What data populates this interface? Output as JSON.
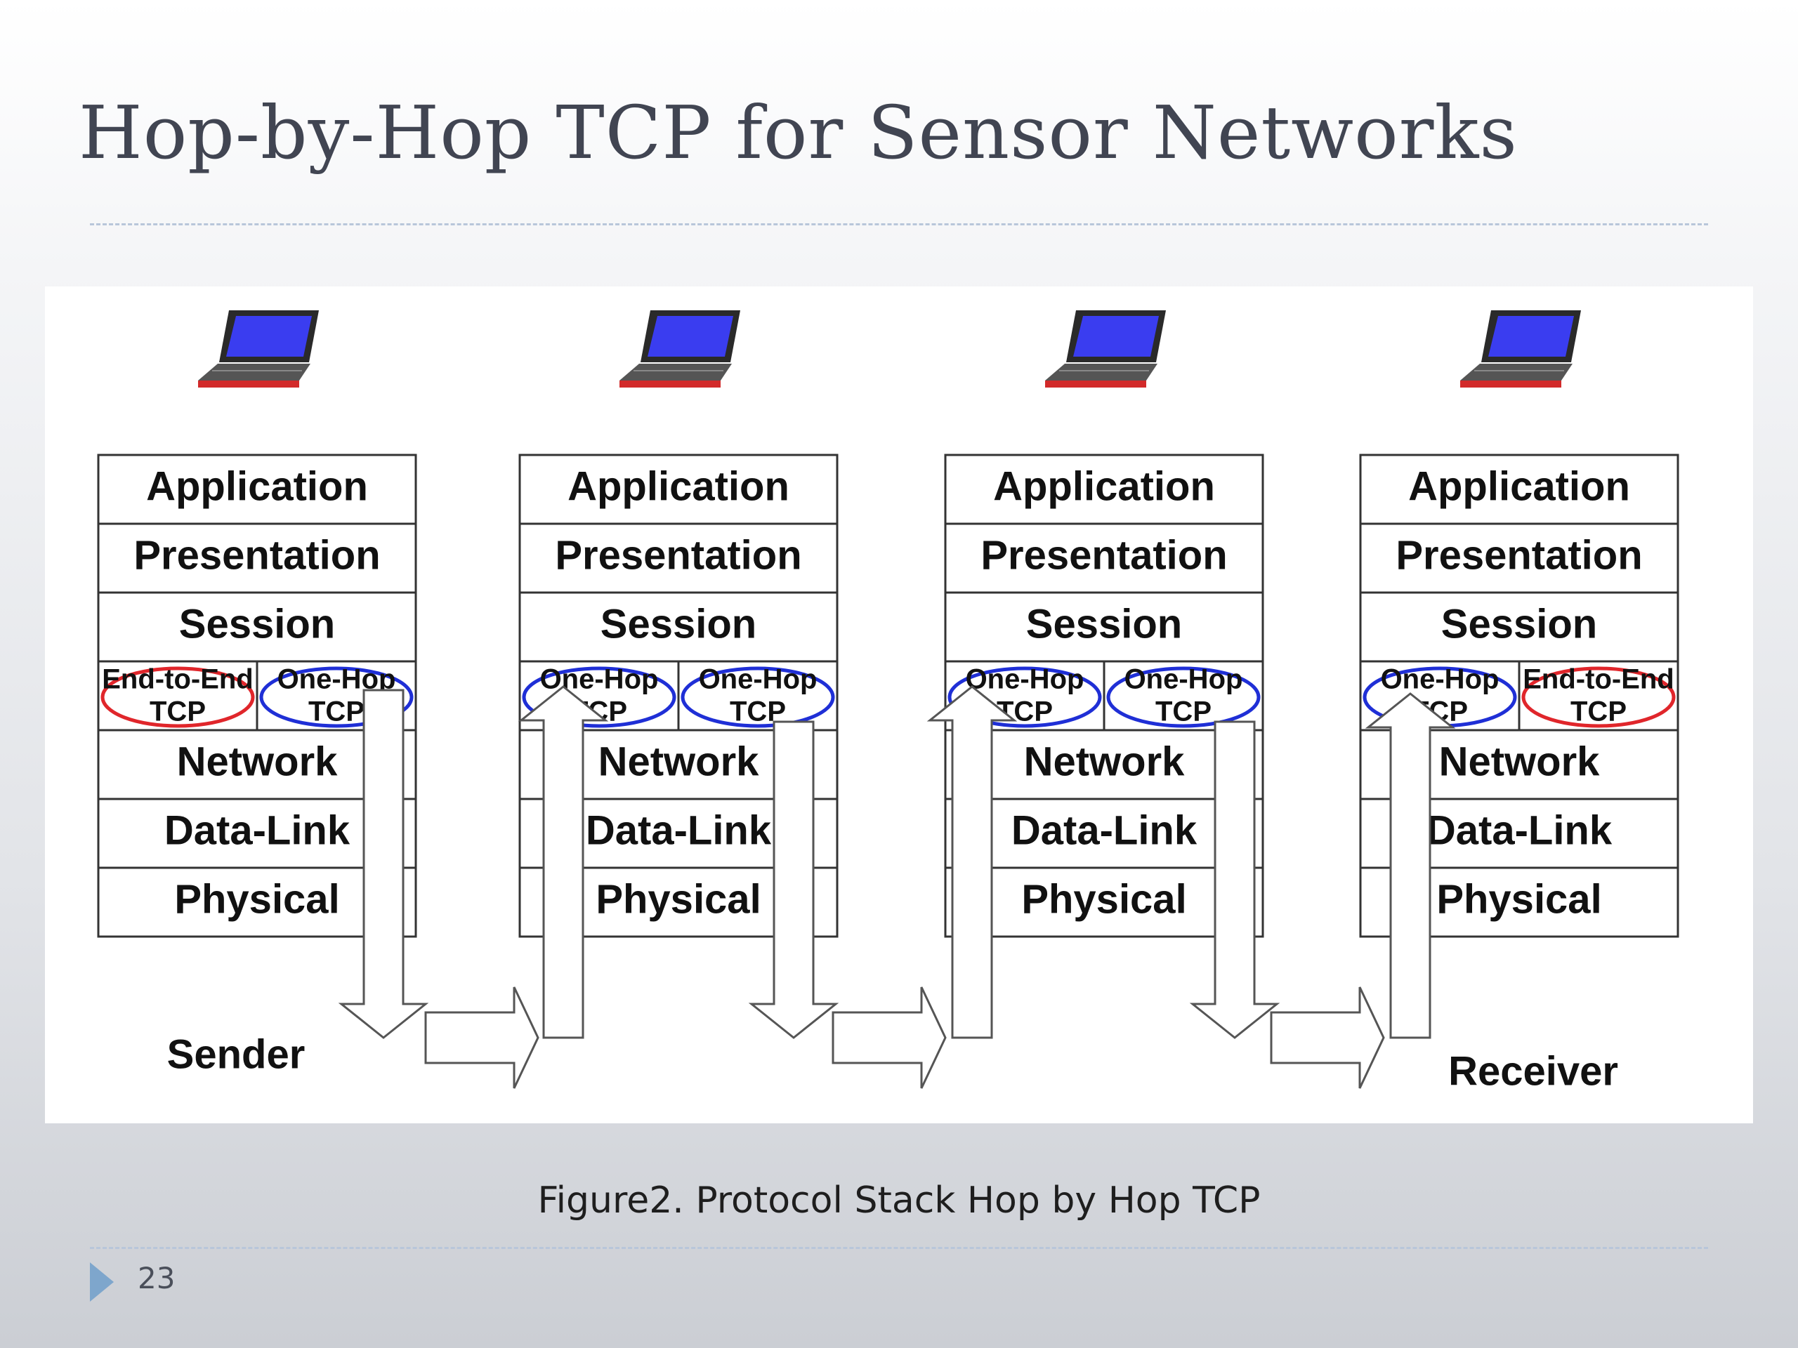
{
  "slide": {
    "title": "Hop-by-Hop TCP for Sensor Networks",
    "caption": "Figure2. Protocol Stack Hop by Hop TCP",
    "page_number": "23"
  },
  "diagram": {
    "stacks": [
      {
        "layers": [
          "Application",
          "Presentation",
          "Session"
        ],
        "transport": [
          {
            "line1": "End-to-End",
            "line2": "TCP",
            "ring_color": "#e0262b"
          },
          {
            "line1": "One-Hop",
            "line2": "TCP",
            "ring_color": "#1f2fd6"
          }
        ],
        "lower_layers": [
          "Network",
          "Data-Link",
          "Physical"
        ],
        "label": "Sender"
      },
      {
        "layers": [
          "Application",
          "Presentation",
          "Session"
        ],
        "transport": [
          {
            "line1": "One-Hop",
            "line2": "TCP",
            "ring_color": "#1f2fd6"
          },
          {
            "line1": "One-Hop",
            "line2": "TCP",
            "ring_color": "#1f2fd6"
          }
        ],
        "lower_layers": [
          "Network",
          "Data-Link",
          "Physical"
        ],
        "label": ""
      },
      {
        "layers": [
          "Application",
          "Presentation",
          "Session"
        ],
        "transport": [
          {
            "line1": "One-Hop",
            "line2": "TCP",
            "ring_color": "#1f2fd6"
          },
          {
            "line1": "One-Hop",
            "line2": "TCP",
            "ring_color": "#1f2fd6"
          }
        ],
        "lower_layers": [
          "Network",
          "Data-Link",
          "Physical"
        ],
        "label": ""
      },
      {
        "layers": [
          "Application",
          "Presentation",
          "Session"
        ],
        "transport": [
          {
            "line1": "One-Hop",
            "line2": "TCP",
            "ring_color": "#1f2fd6"
          },
          {
            "line1": "End-to-End",
            "line2": "TCP",
            "ring_color": "#e0262b"
          }
        ],
        "lower_layers": [
          "Network",
          "Data-Link",
          "Physical"
        ],
        "label": "Receiver"
      }
    ],
    "node_icon": "laptop-icon"
  },
  "colors": {
    "title": "#414552",
    "rule": "#b8c6da",
    "marker": "#7ea6cc",
    "end_to_end_ring": "#e0262b",
    "one_hop_ring": "#1f2fd6"
  }
}
